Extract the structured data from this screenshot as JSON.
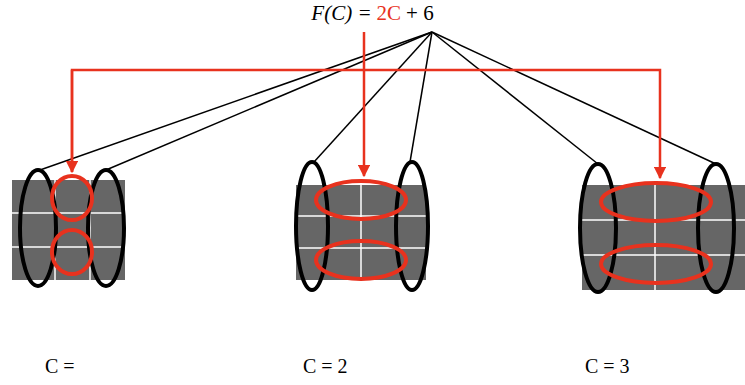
{
  "diagram": {
    "labels": [
      "F(C) =",
      "2C",
      "+ 6",
      "C =",
      "C = 2",
      "C = 3"
    ]
  }
}
